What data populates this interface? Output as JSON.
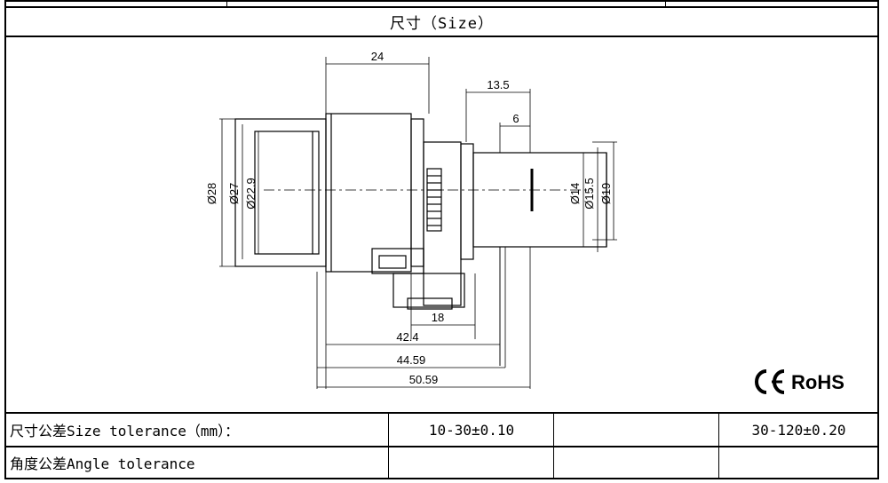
{
  "header": {
    "title": "尺寸（Size）"
  },
  "drawing": {
    "dims": {
      "d24": "24",
      "d13_5": "13.5",
      "d6": "6",
      "d28": "Ø28",
      "d27": "Ø27",
      "d22_9": "Ø22.9",
      "d14": "Ø14",
      "d15_5": "Ø15.5",
      "d19": "Ø19",
      "d18": "18",
      "d42_4": "42.4",
      "d44_59": "44.59",
      "d50_59": "50.59"
    },
    "marks": {
      "ce": "CE",
      "rohs": "RoHS"
    }
  },
  "tolerance": {
    "size_label": "尺寸公差Size tolerance（mm）：",
    "size_value_1": "10-30±0.10",
    "size_value_2": "30-120±0.20",
    "angle_label": "角度公差Angle tolerance"
  }
}
